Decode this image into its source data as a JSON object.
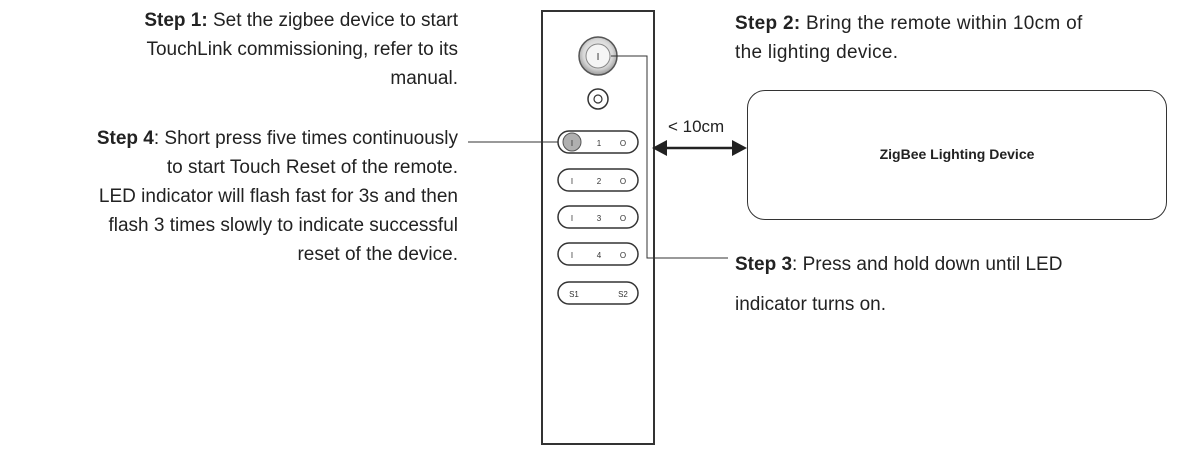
{
  "step1": {
    "label": "Step 1:",
    "line1": "Set the zigbee device to start",
    "line2": "TouchLink commissioning, refer to its",
    "line3": "manual."
  },
  "step2": {
    "label": "Step 2:",
    "line1": "Bring the remote within 10cm of",
    "line2": "the lighting device."
  },
  "step3": {
    "label": "Step 3",
    "line1": ": Press and hold down until LED",
    "line2": "indicator turns on."
  },
  "step4": {
    "label": "Step 4",
    "line1": ": Short press five times continuously",
    "line2": "to start Touch Reset of the remote.",
    "line3": "LED indicator will flash fast for 3s and then",
    "line4": "flash 3 times slowly to indicate successful",
    "line5": "reset of the device."
  },
  "distance_label": "< 10cm",
  "device_label": "ZigBee Lighting Device",
  "remote": {
    "power_symbol": "I",
    "buttons": [
      {
        "left": "I",
        "num": "1",
        "right": "O"
      },
      {
        "left": "I",
        "num": "2",
        "right": "O"
      },
      {
        "left": "I",
        "num": "3",
        "right": "O"
      },
      {
        "left": "I",
        "num": "4",
        "right": "O"
      }
    ],
    "scene_buttons": {
      "left": "S1",
      "right": "S2"
    }
  },
  "colors": {
    "line": "#333333",
    "text": "#222222",
    "button_fill": "#b0b0b0"
  }
}
